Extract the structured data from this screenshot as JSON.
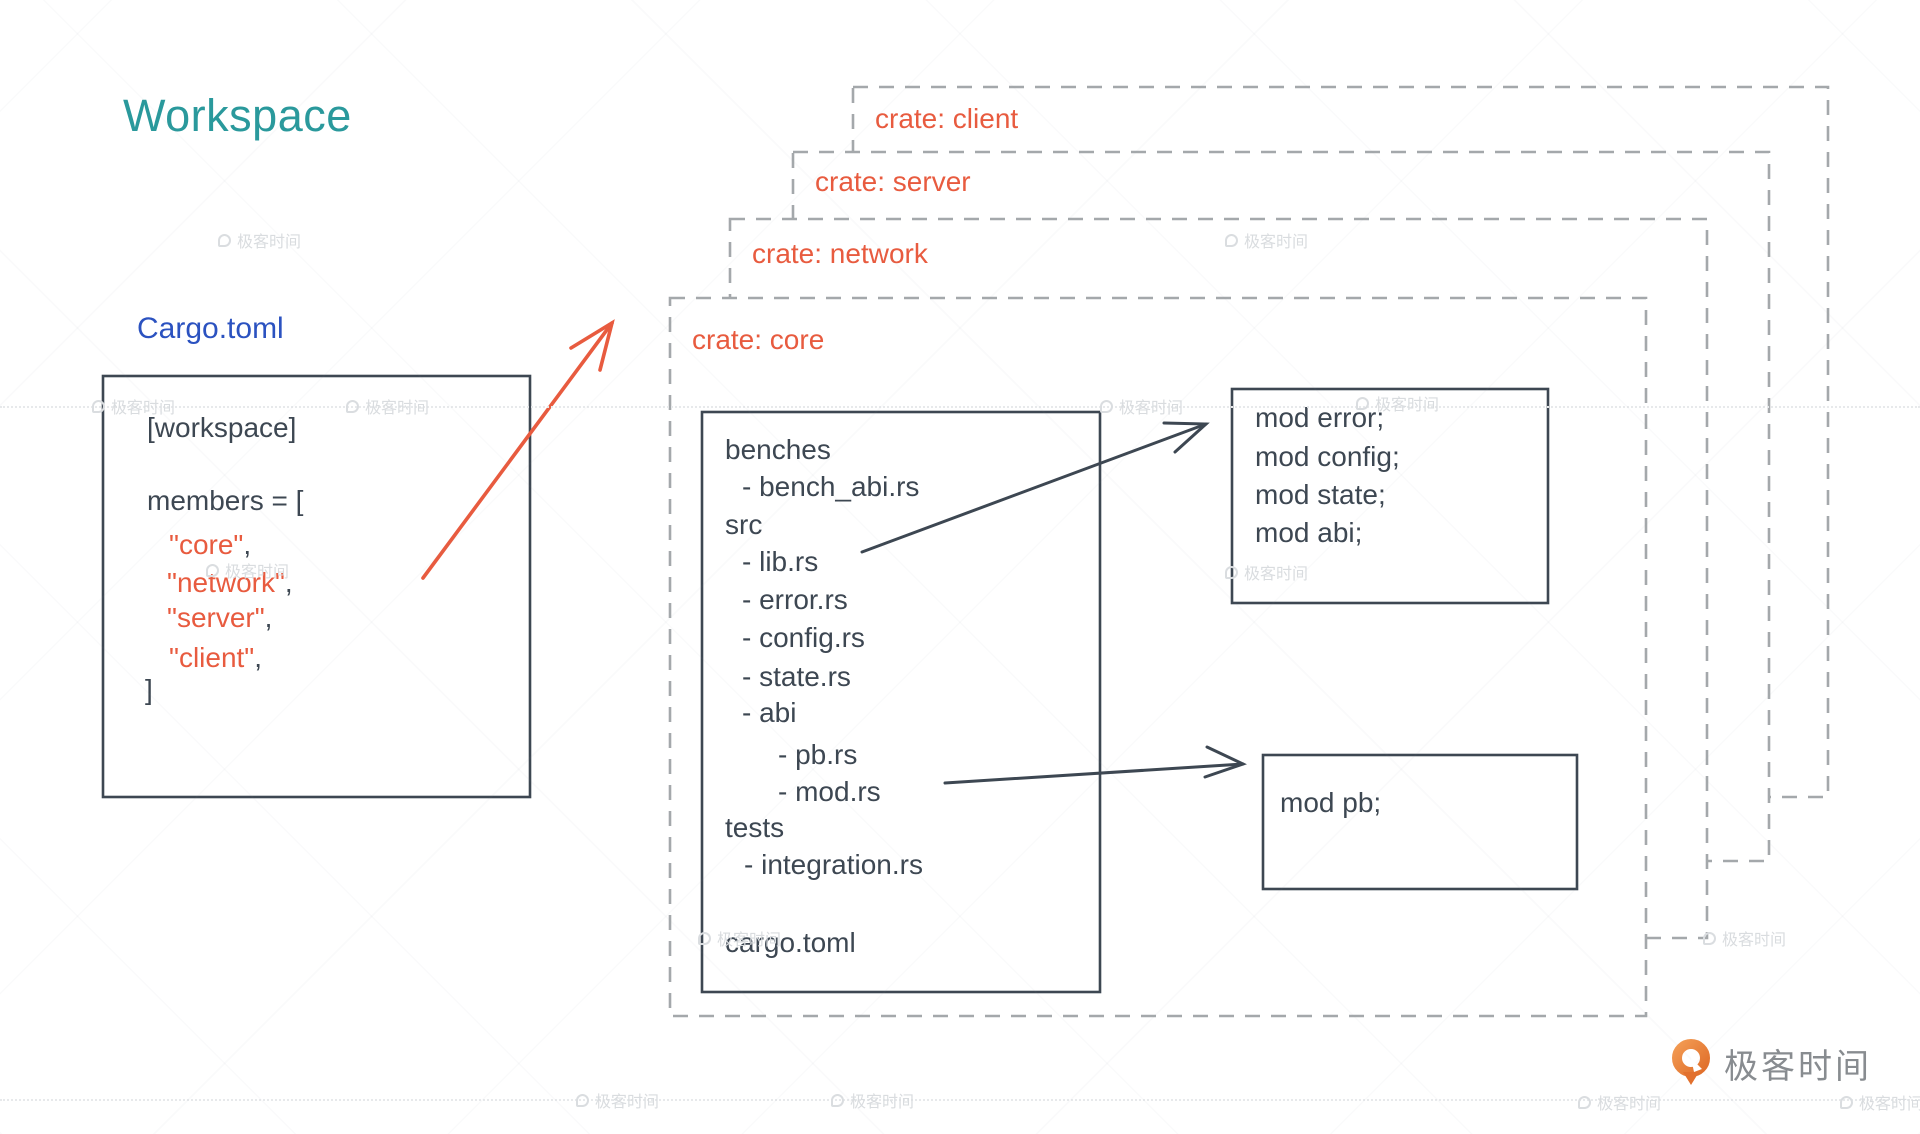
{
  "title": "Workspace",
  "cargo_file_label": "Cargo.toml",
  "workspace_box": {
    "line_workspace": "[workspace]",
    "line_members": "members = [",
    "member_core": "\"core\"",
    "member_network": "\"network\"",
    "member_server": "\"server\"",
    "member_client": "\"client\"",
    "comma": ",",
    "line_close": "]"
  },
  "crates": {
    "client": {
      "label": "crate: client"
    },
    "server": {
      "label": "crate: server"
    },
    "network": {
      "label": "crate: network"
    },
    "core": {
      "label": "crate: core"
    }
  },
  "tree_box": {
    "lines": [
      "benches",
      "- bench_abi.rs",
      "src",
      "- lib.rs",
      "- error.rs",
      "- config.rs",
      "- state.rs",
      "- abi",
      "- pb.rs",
      "- mod.rs",
      "tests",
      "- integration.rs",
      "cargo.toml"
    ]
  },
  "mod_error_box": {
    "lines": [
      "mod error;",
      "mod config;",
      "mod state;",
      "mod abi;"
    ]
  },
  "mod_pb_box": {
    "text": "mod pb;"
  },
  "watermark": {
    "text": "极客时间"
  },
  "logo": {
    "text": "极客时间"
  },
  "colors": {
    "accent_orange": "#e85b3f",
    "title_teal": "#2a999c",
    "file_blue": "#2b52c0",
    "ink_dark": "#3d4752",
    "dash_gray": "#a4a8ab",
    "watermark_gray": "#d9dcdf",
    "logo_orange": "#ee8137"
  }
}
